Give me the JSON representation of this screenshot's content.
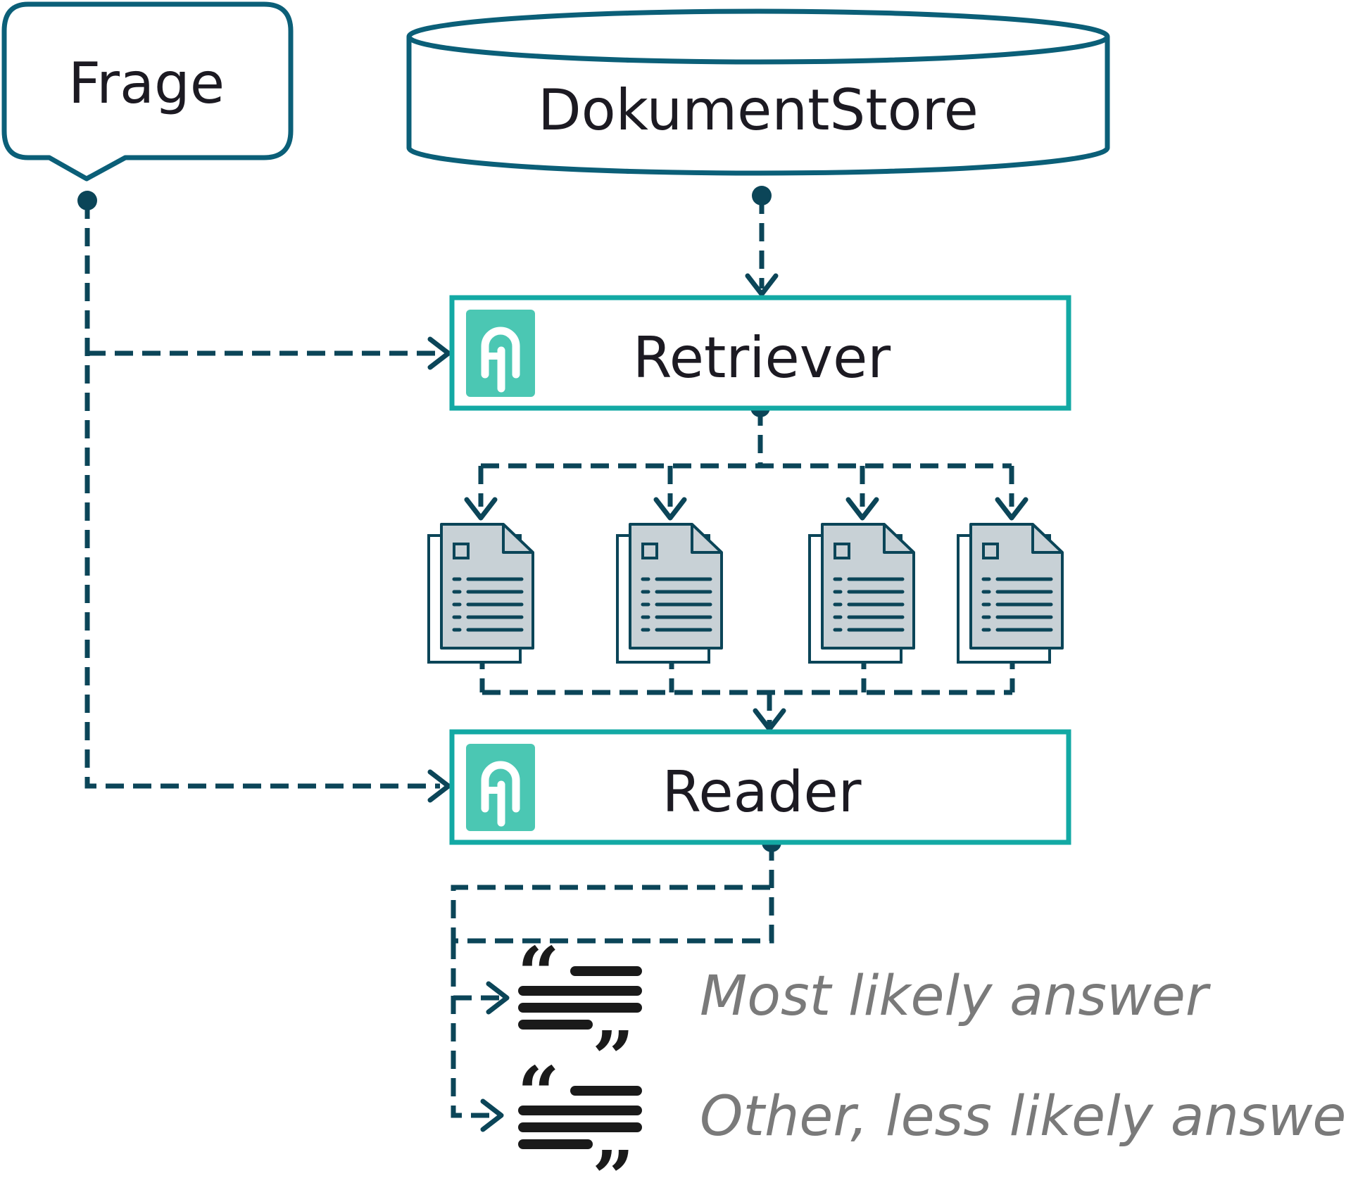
{
  "question": {
    "label": "Frage"
  },
  "document_store": {
    "label": "DokumentStore"
  },
  "retriever": {
    "label": "Retriever",
    "icon": "haystack-logo-icon"
  },
  "reader": {
    "label": "Reader",
    "icon": "haystack-logo-icon"
  },
  "documents": [
    {
      "icon": "document-icon"
    },
    {
      "icon": "document-icon"
    },
    {
      "icon": "document-icon"
    },
    {
      "icon": "document-icon"
    }
  ],
  "answers": [
    {
      "label": "Most likely answer",
      "icon": "quote-icon"
    },
    {
      "label": "Other, less likely answers",
      "icon": "quote-icon"
    }
  ],
  "colors": {
    "dark_blue": "#0b4558",
    "box_teal": "#13a9a4",
    "logo_teal": "#4bc7b3",
    "doc_fill": "#c8d1d6",
    "answer_text": "#7a7a7a",
    "quote_black": "#1a1a1a"
  }
}
